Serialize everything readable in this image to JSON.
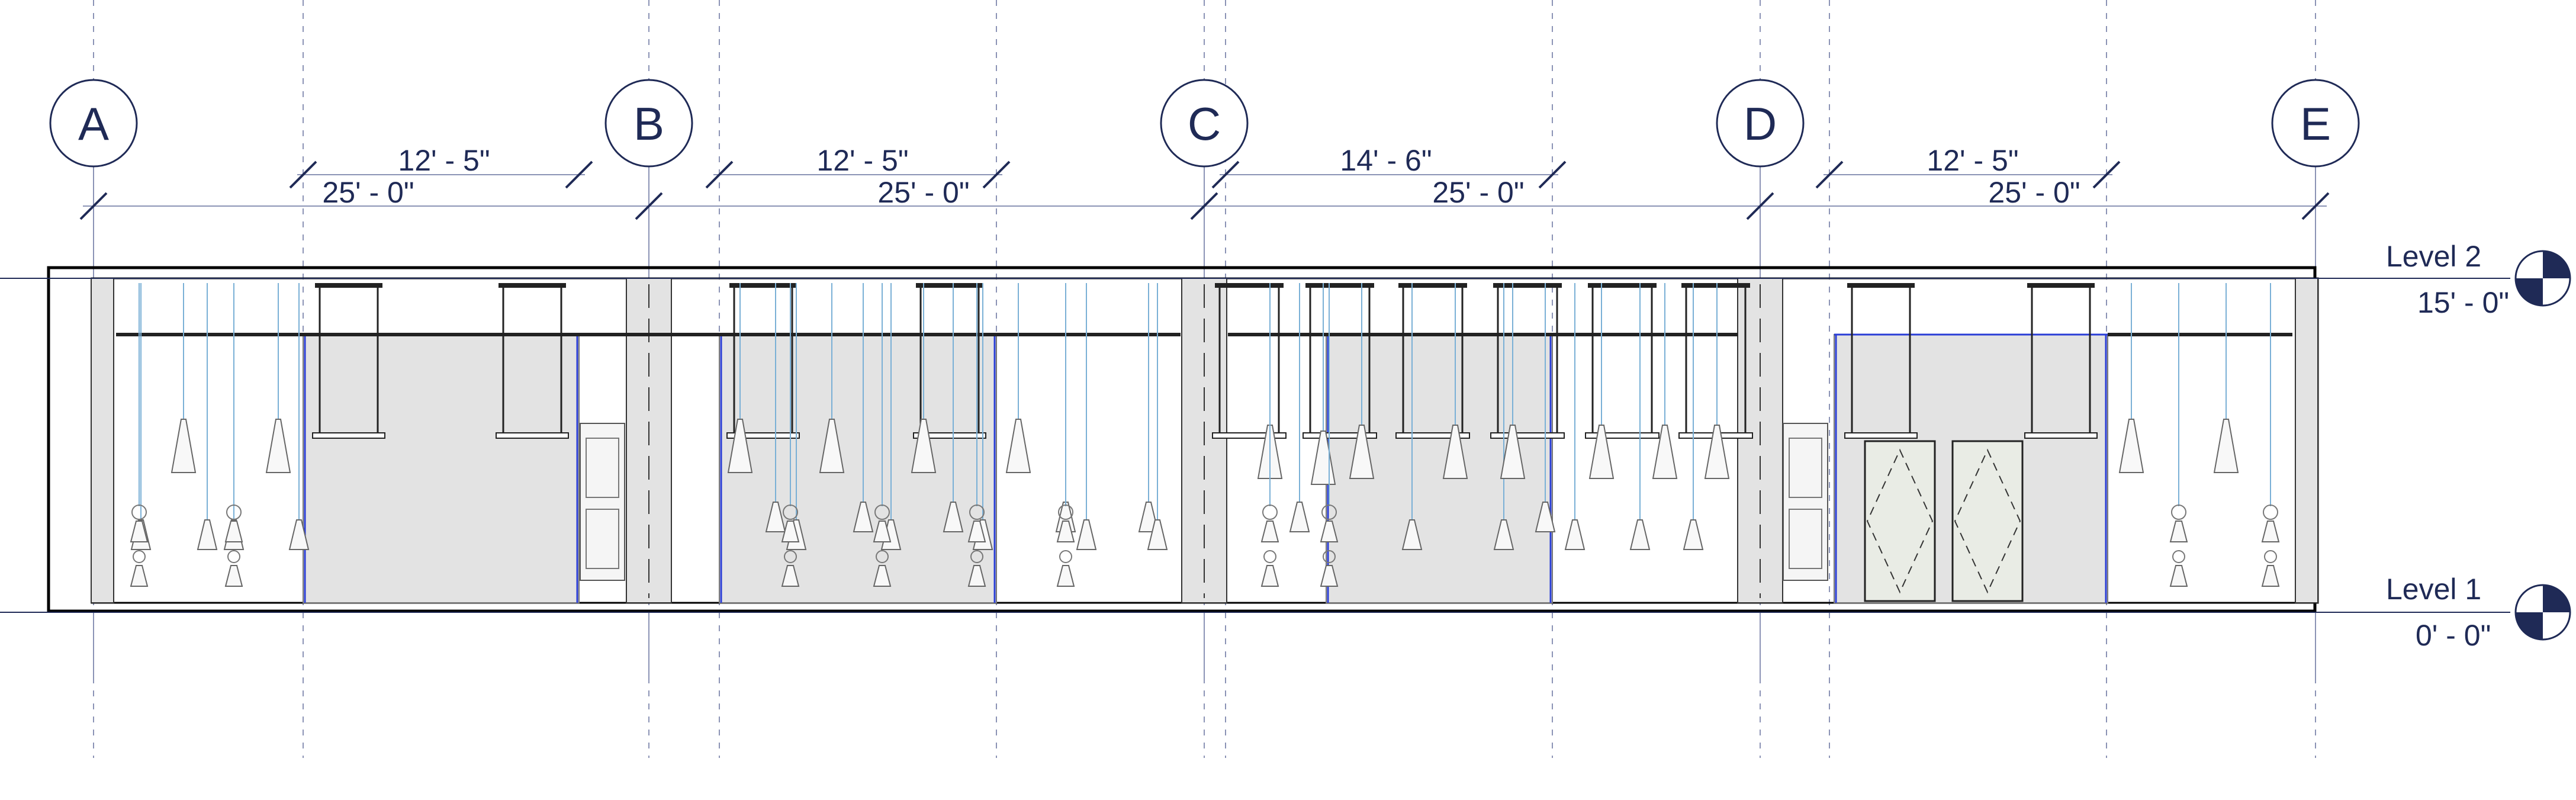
{
  "grids": [
    {
      "label": "A"
    },
    {
      "label": "B"
    },
    {
      "label": "C"
    },
    {
      "label": "D"
    },
    {
      "label": "E"
    }
  ],
  "dimensions": {
    "bay_spacing": [
      "25' - 0\"",
      "25' - 0\"",
      "25' - 0\"",
      "25' - 0\""
    ],
    "partial_spacing": [
      "12' - 5\"",
      "12' - 5\"",
      "14' - 6\"",
      "12' - 5\""
    ]
  },
  "levels": [
    {
      "name": "Level 2",
      "elevation": "15' - 0\""
    },
    {
      "name": "Level 1",
      "elevation": "0' - 0\""
    }
  ],
  "colors": {
    "line": "#1f2a56",
    "guide": "#8b93b5",
    "pendant": "#7ab0d6",
    "glass": "#2a3dd6",
    "fill": "#e3e3e3"
  }
}
